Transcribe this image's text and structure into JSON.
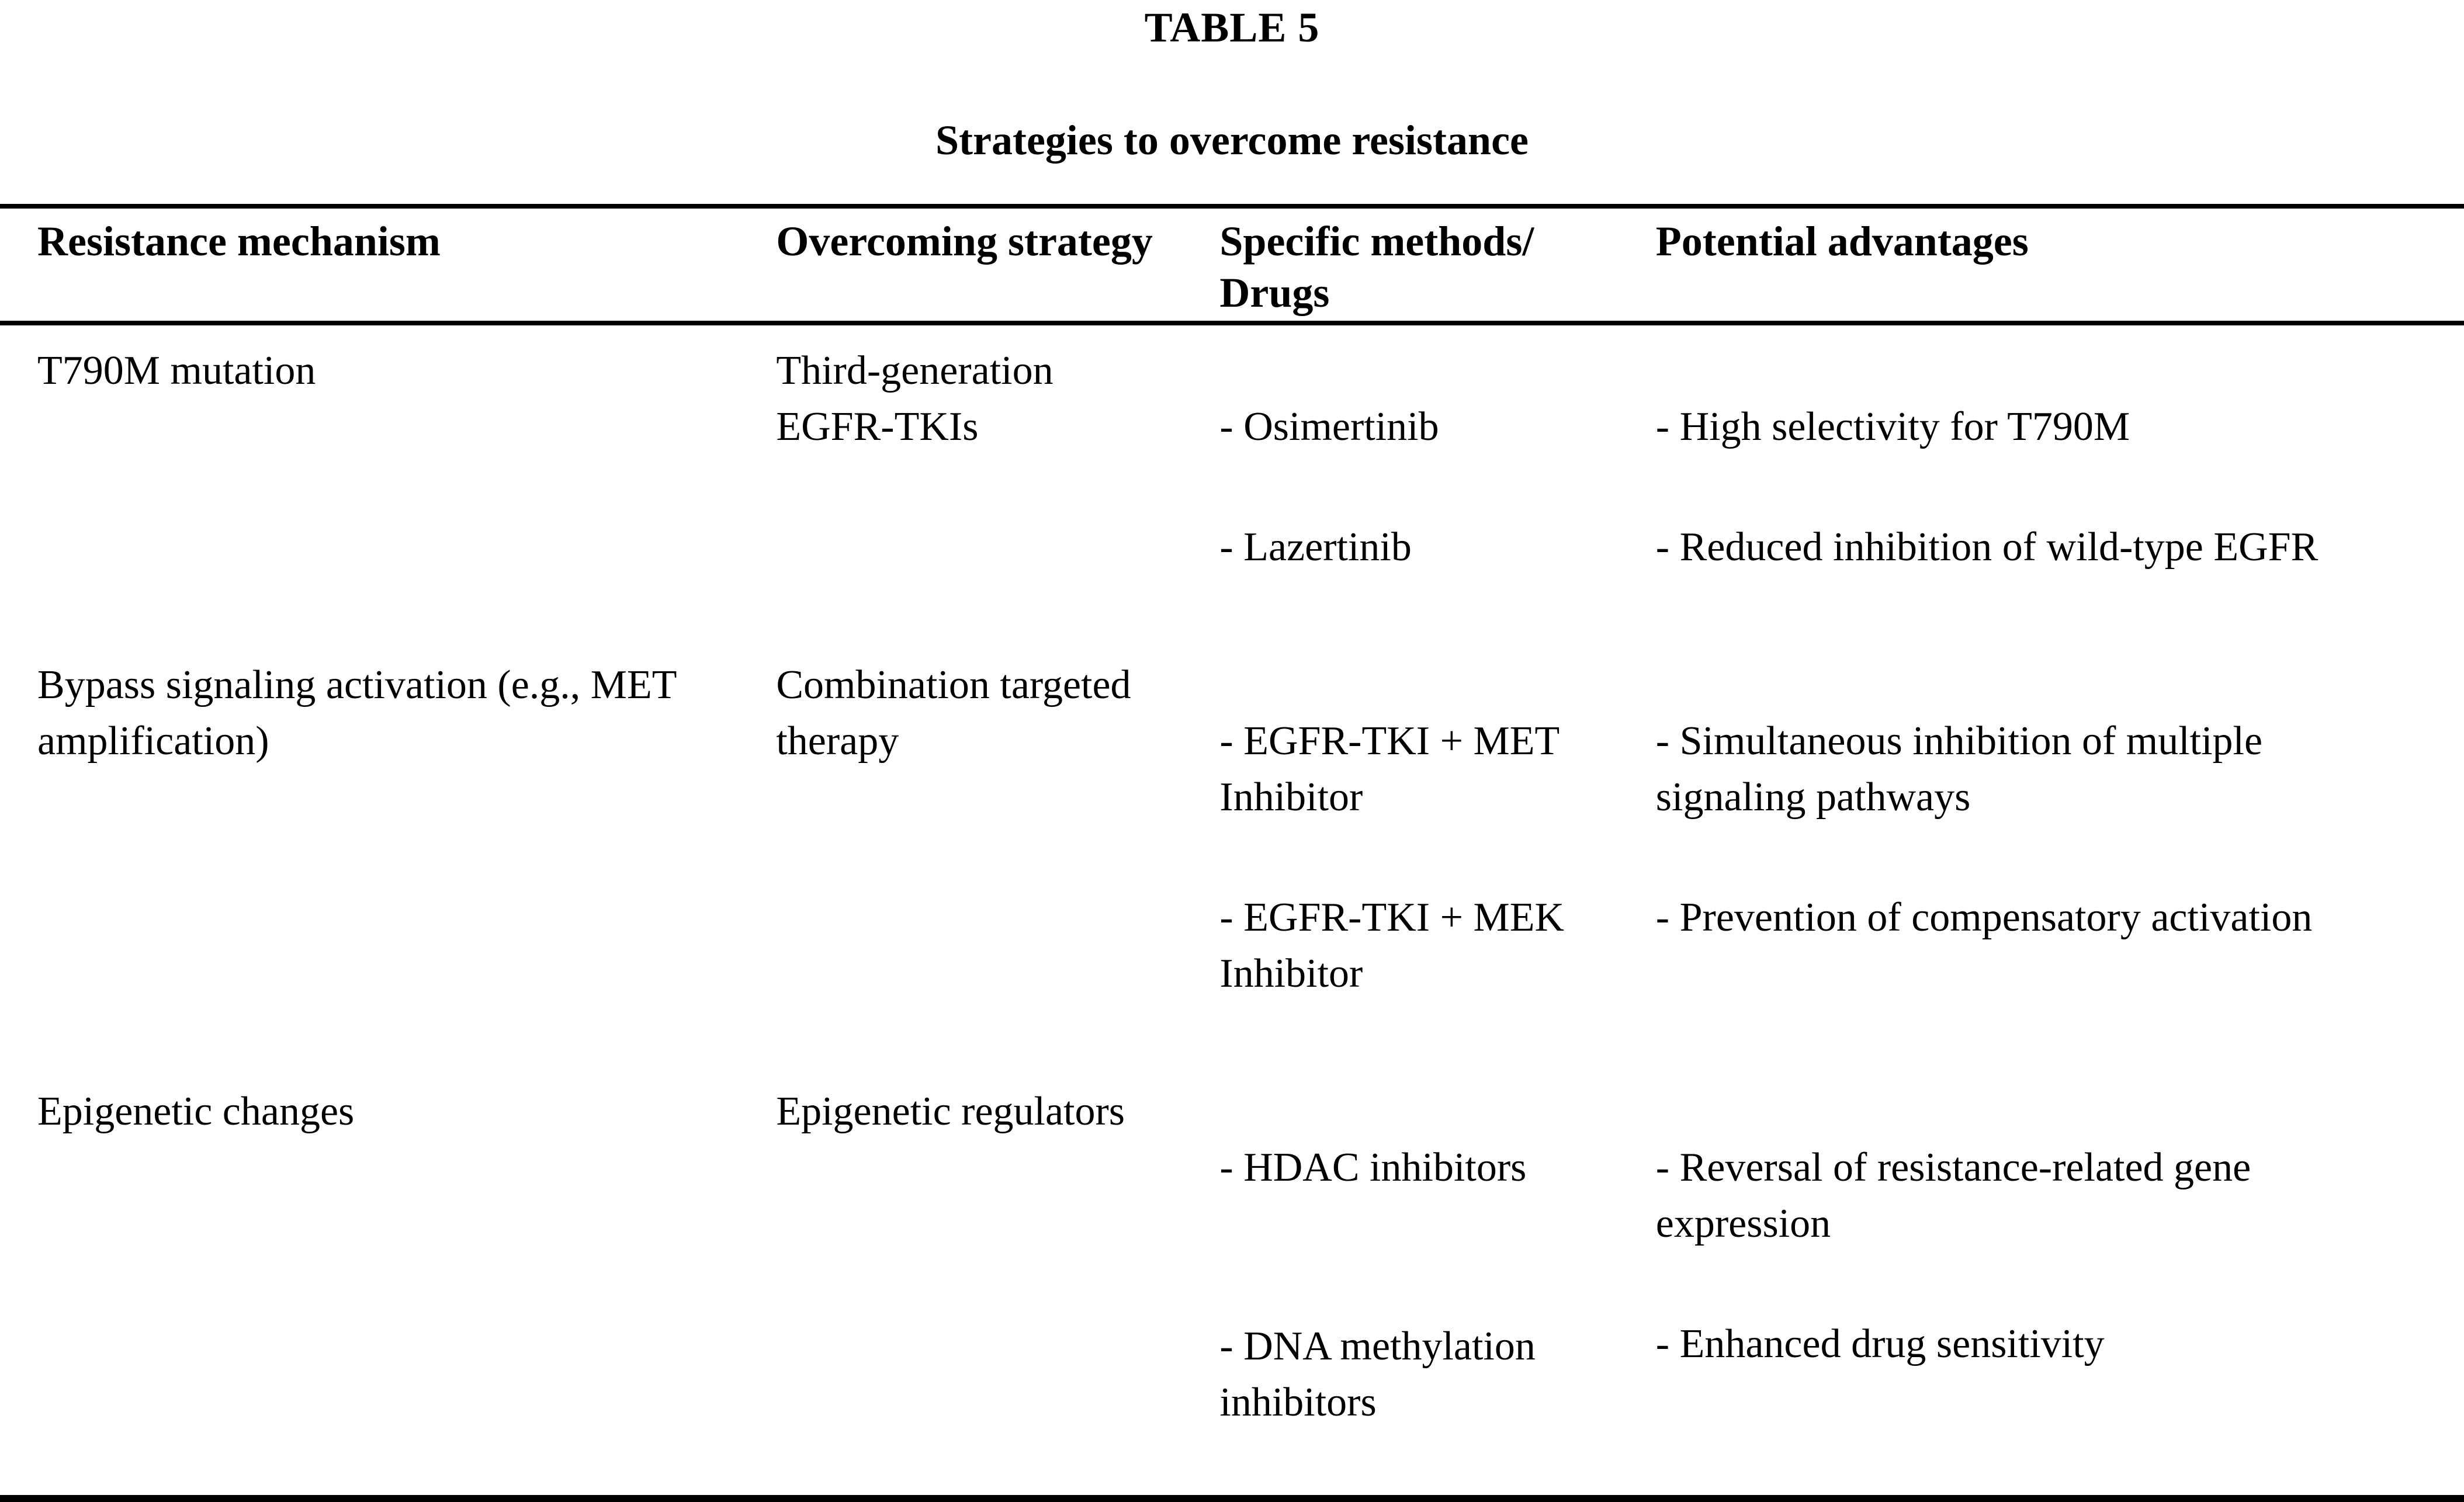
{
  "table_label": "TABLE 5",
  "table_title": "Strategies to overcome resistance",
  "columns": [
    "Resistance mechanism",
    "Overcoming strategy",
    "Specific methods/\nDrugs",
    "Potential advantages"
  ],
  "rows": [
    {
      "mechanism": "T790M mutation",
      "strategy": "Third-generation\nEGFR-TKIs",
      "methods": [
        "- Osimertinib",
        "- Lazertinib"
      ],
      "advantages": [
        "- High selectivity for T790M",
        "- Reduced inhibition of wild-type EGFR"
      ]
    },
    {
      "mechanism": "Bypass signaling activation (e.g., MET\namplification)",
      "strategy": "Combination targeted\ntherapy",
      "methods": [
        "- EGFR-TKI + MET\nInhibitor",
        "- EGFR-TKI + MEK\nInhibitor"
      ],
      "advantages": [
        "- Simultaneous inhibition of multiple\nsignaling pathways",
        "- Prevention of compensatory activation"
      ]
    },
    {
      "mechanism": "Epigenetic changes",
      "strategy": "Epigenetic regulators",
      "methods": [
        "- HDAC inhibitors",
        "- DNA methylation\ninhibitors"
      ],
      "advantages": [
        "- Reversal of resistance-related gene\nexpression",
        "- Enhanced drug sensitivity"
      ]
    }
  ]
}
